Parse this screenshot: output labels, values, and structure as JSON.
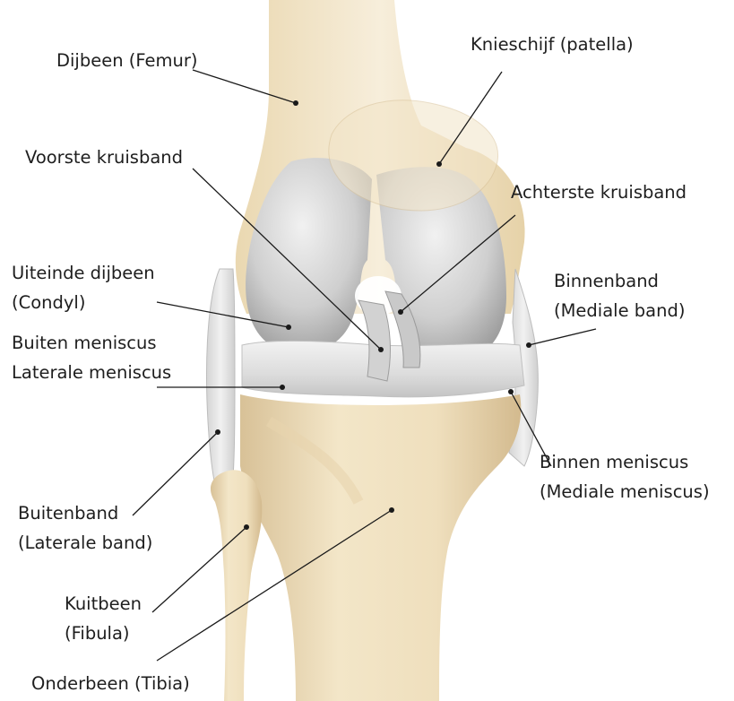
{
  "labels": {
    "femur": "Dijbeen (Femur)",
    "patella": "Knieschijf (patella)",
    "acl": "Voorste kruisband",
    "pcl": "Achterste kruisband",
    "condyle_line1": "Uiteinde dijbeen",
    "condyle_line2": "(Condyl)",
    "mcl_line1": "Binnenband",
    "mcl_line2": "(Mediale band)",
    "lat_meniscus_line1": "Buiten meniscus",
    "lat_meniscus_line2": "Laterale meniscus",
    "med_meniscus_line1": "Binnen meniscus",
    "med_meniscus_line2": "(Mediale meniscus)",
    "lcl_line1": "Buitenband",
    "lcl_line2": "(Laterale band)",
    "fibula_line1": "Kuitbeen",
    "fibula_line2": "(Fibula)",
    "tibia": "Onderbeen (Tibia)"
  },
  "colors": {
    "bone": "#ecdcb8",
    "bone_light": "#f6ecd4",
    "bone_shadow": "#d9c29a",
    "cartilage": "#d6d6d6",
    "cartilage_light": "#ececec",
    "cartilage_shadow": "#a9a9a9",
    "ligament": "#e6e6e6",
    "leader_line": "#1a1a1a"
  }
}
